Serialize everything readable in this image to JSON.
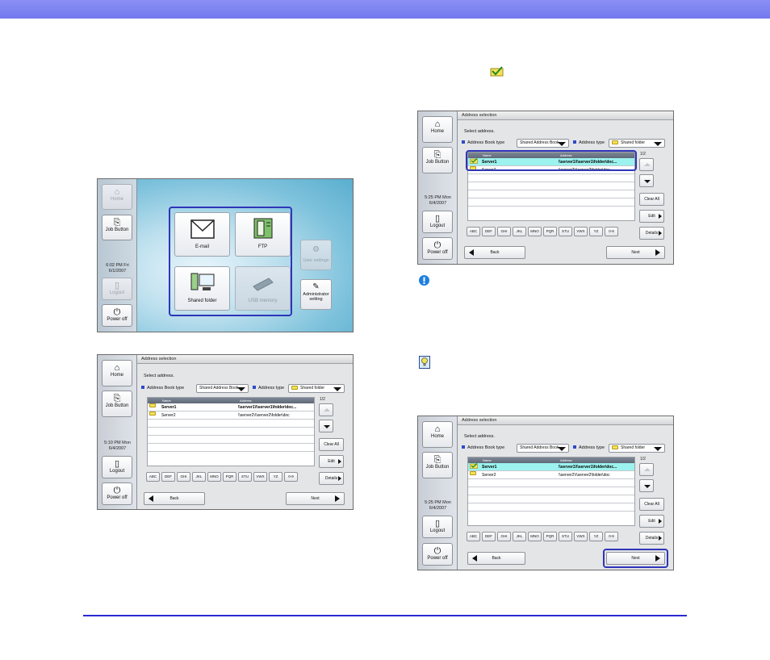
{
  "sidebar": {
    "home": "Home",
    "job_button": "Job Button",
    "logout": "Logout",
    "power_off": "Power off"
  },
  "shot1": {
    "time": "6:02 PM  Fri",
    "date": "6/1/2007",
    "buttons": {
      "email": "E-mail",
      "ftp": "FTP",
      "shared_folder": "Shared folder",
      "usb_memory": "USB memory",
      "user_settings": "User settings",
      "admin_setting_line1": "Administrator",
      "admin_setting_line2": "setting"
    }
  },
  "address_screen": {
    "title": "Address selection",
    "prompt": "Select address.",
    "book_type_label": "Address Book type",
    "book_type_value": "Shared Address Book",
    "address_type_label": "Address type",
    "address_type_value": "Shared folder",
    "col_name": "Name",
    "col_address": "Address",
    "rows": [
      {
        "name": "Server1",
        "address": "\\\\server1\\\\\\server1\\folder\\doc..."
      },
      {
        "name": "Server2",
        "address": "\\\\server2\\\\\\server2\\folder\\doc"
      }
    ],
    "page": "1/2",
    "clear_all": "Clear All",
    "edit": "Edit",
    "details": "Details",
    "index_tabs": [
      "ABC",
      "DEF",
      "GHI",
      "JKL",
      "MNO",
      "PQR",
      "STU",
      "VWX",
      "YZ",
      "0-9"
    ],
    "back": "Back",
    "next": "Next"
  },
  "shot2": {
    "time": "5:10 PM  Mon",
    "date": "6/4/2007"
  },
  "shot3": {
    "time": "5:25 PM  Mon",
    "date": "6/4/2007"
  },
  "shot4": {
    "time": "5:25 PM  Mon",
    "date": "6/4/2007"
  },
  "colors": {
    "header_bar": "#7b80f0",
    "rule": "#2a2ad0",
    "highlight": "#2f35b8",
    "selected_row": "#9cf2ee"
  }
}
